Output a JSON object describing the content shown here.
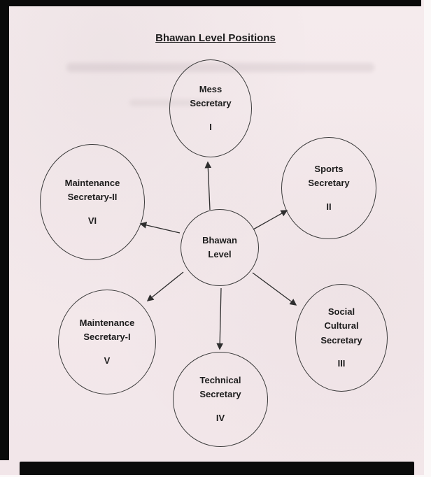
{
  "title": "Bhawan Level Positions",
  "colors": {
    "paper": "#f5ebed",
    "ink": "#1c1c1c",
    "line": "#2e2e2e",
    "scan_bar": "#0a0a0a"
  },
  "nodes": {
    "center": {
      "line1": "Bhawan",
      "line2": "Level"
    },
    "mess": {
      "line1": "Mess",
      "line2": "Secretary",
      "numeral": "I"
    },
    "sports": {
      "line1": "Sports",
      "line2": "Secretary",
      "numeral": "II"
    },
    "social": {
      "line1": "Social",
      "line2": "Cultural",
      "line3": "Secretary",
      "numeral": "III"
    },
    "technical": {
      "line1": "Technical",
      "line2": "Secretary",
      "numeral": "IV"
    },
    "maintenance_i": {
      "line1": "Maintenance",
      "line2": "Secretary-I",
      "numeral": "V"
    },
    "maintenance_ii": {
      "line1": "Maintenance",
      "line2": "Secretary-II",
      "numeral": "VI"
    }
  }
}
